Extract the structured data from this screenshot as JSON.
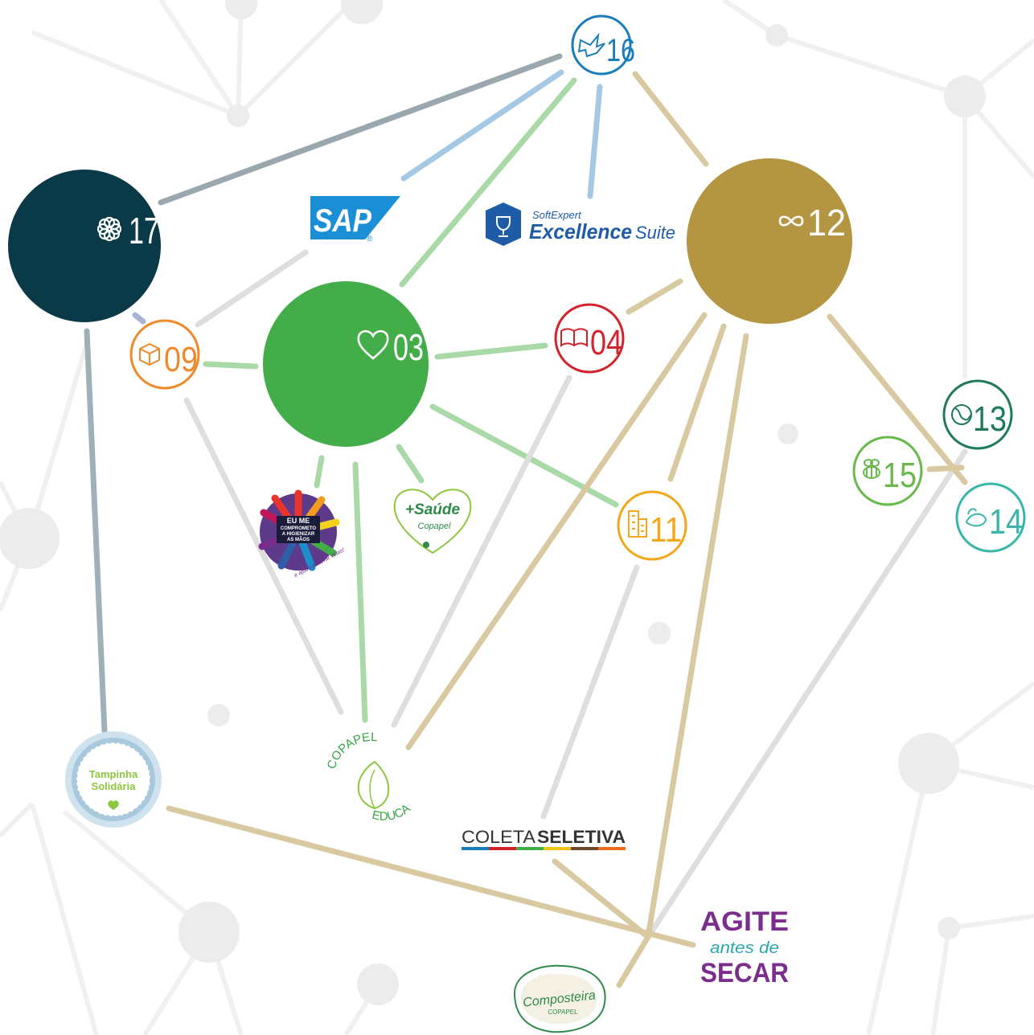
{
  "hubs": {
    "sdg17": {
      "number": "17",
      "icon": "flower-icon",
      "color": "#0a3947"
    },
    "sdg03": {
      "number": "03",
      "icon": "heart-icon",
      "color": "#43ad49"
    },
    "sdg12": {
      "number": "12",
      "icon": "infinity-icon",
      "color": "#b49642"
    }
  },
  "badges": {
    "sdg16": {
      "number": "16",
      "icon": "dove-icon",
      "color": "#1b7dba"
    },
    "sdg09": {
      "number": "09",
      "icon": "cube-icon",
      "color": "#ef8a2b"
    },
    "sdg04": {
      "number": "04",
      "icon": "book-icon",
      "color": "#d2232c"
    },
    "sdg11": {
      "number": "11",
      "icon": "buildings-icon",
      "color": "#f2a81a"
    },
    "sdg13": {
      "number": "13",
      "icon": "globe-icon",
      "color": "#1e7a5f"
    },
    "sdg15": {
      "number": "15",
      "icon": "bee-icon",
      "color": "#6ab94e"
    },
    "sdg14": {
      "number": "14",
      "icon": "whale-icon",
      "color": "#38b5ad"
    }
  },
  "logos": {
    "sap": {
      "text": "SAP",
      "mark": "®",
      "color": "#1a8fd6"
    },
    "softexpert": {
      "small": "SoftExpert",
      "big": "Excellence",
      "suite": "Suite",
      "color": "#1e5ca8"
    },
    "eu_me": {
      "line1": "EU ME",
      "line2": "COMPROMETO",
      "line3": "A HIGIENIZAR",
      "line4": "AS MÃOS",
      "tag": "e ajudo a salvar vidas!"
    },
    "saude": {
      "line1": "+Saúde",
      "line2": "Copapel",
      "color": "#2f8a4a"
    },
    "tampinha": {
      "line1": "Tampinha",
      "line2": "Solidária",
      "color": "#8dc63f"
    },
    "copapel_educa": {
      "top": "COPAPEL",
      "bottom": "EDUCA",
      "color": "#3aa346"
    },
    "coleta": {
      "light": "COLETA",
      "bold": "SELETIVA",
      "color": "#333333"
    },
    "agite": {
      "line1": "AGITE",
      "line2": "antes de",
      "line3": "SECAR",
      "color": "#7b2d8e",
      "accent": "#2aa8b0"
    },
    "composteira": {
      "line1": "Composteira",
      "line2": "COPAPEL",
      "color": "#2f8a4a"
    }
  }
}
